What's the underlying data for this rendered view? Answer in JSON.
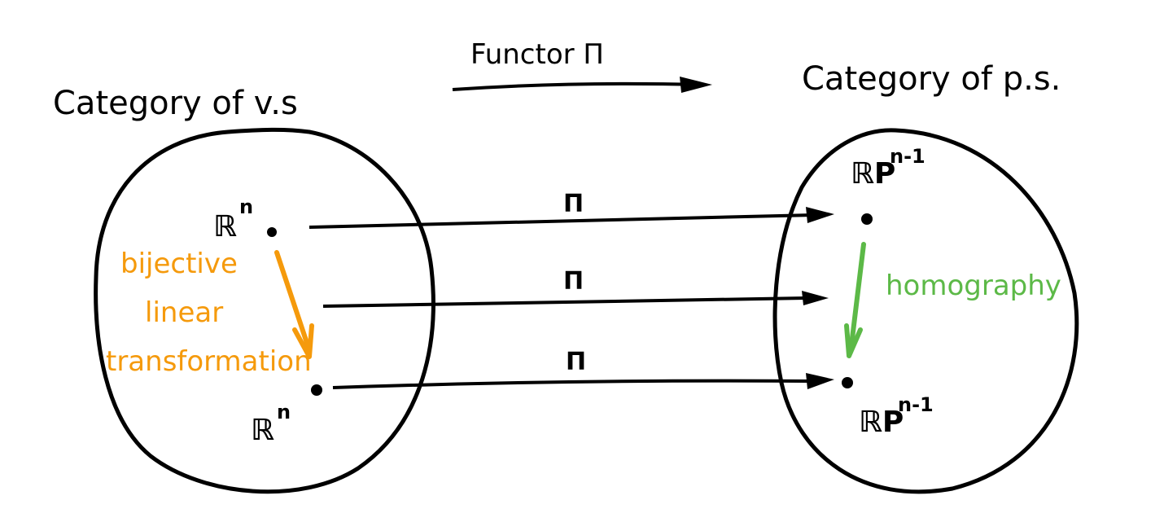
{
  "diagram": {
    "left_title": "Category of v.s",
    "right_title": "Category of p.s.",
    "functor_label": "Functor Π",
    "left_object_top": {
      "base": "ℝ",
      "sup": "n"
    },
    "left_object_bottom": {
      "base": "ℝ",
      "sup": "n"
    },
    "right_object_top": {
      "base": "ℝP",
      "sup": "n-1"
    },
    "right_object_bottom": {
      "base": "ℝP",
      "sup": "n-1"
    },
    "map_labels": [
      "Π",
      "Π",
      "Π"
    ],
    "left_morphism_lines": [
      "bijective",
      "linear",
      "transformation"
    ],
    "right_morphism": "homography",
    "colors": {
      "ink": "#000000",
      "left_morphism": "#F59A0C",
      "right_morphism": "#5CB947"
    }
  }
}
